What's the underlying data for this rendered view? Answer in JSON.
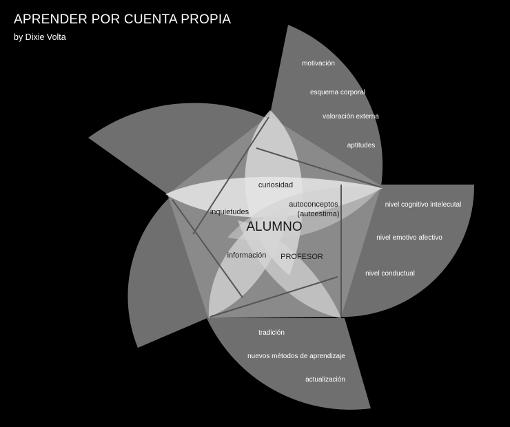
{
  "header": {
    "title": "APRENDER POR CUENTA PROPIA",
    "author": "by Dixie Volta"
  },
  "center": {
    "label": "ALUMNO"
  },
  "inner_labels": {
    "curiosidad": "curiosidad",
    "inquietudes": "inquietudes",
    "autoconceptos_1": "autoconceptos",
    "autoconceptos_2": "(autoestima)",
    "informacion": "información",
    "profesor": "PROFESOR"
  },
  "sectors": {
    "top_right": [
      "motivación",
      "esquema corporal",
      "valoración externa",
      "aptitudes"
    ],
    "right": [
      "nivel cognitivo  intelecutal",
      "nivel emotivo afectivo",
      "nivel conductual"
    ],
    "bottom": [
      "tradición",
      "nuevos métodos de aprendizaje",
      "actualización"
    ]
  }
}
